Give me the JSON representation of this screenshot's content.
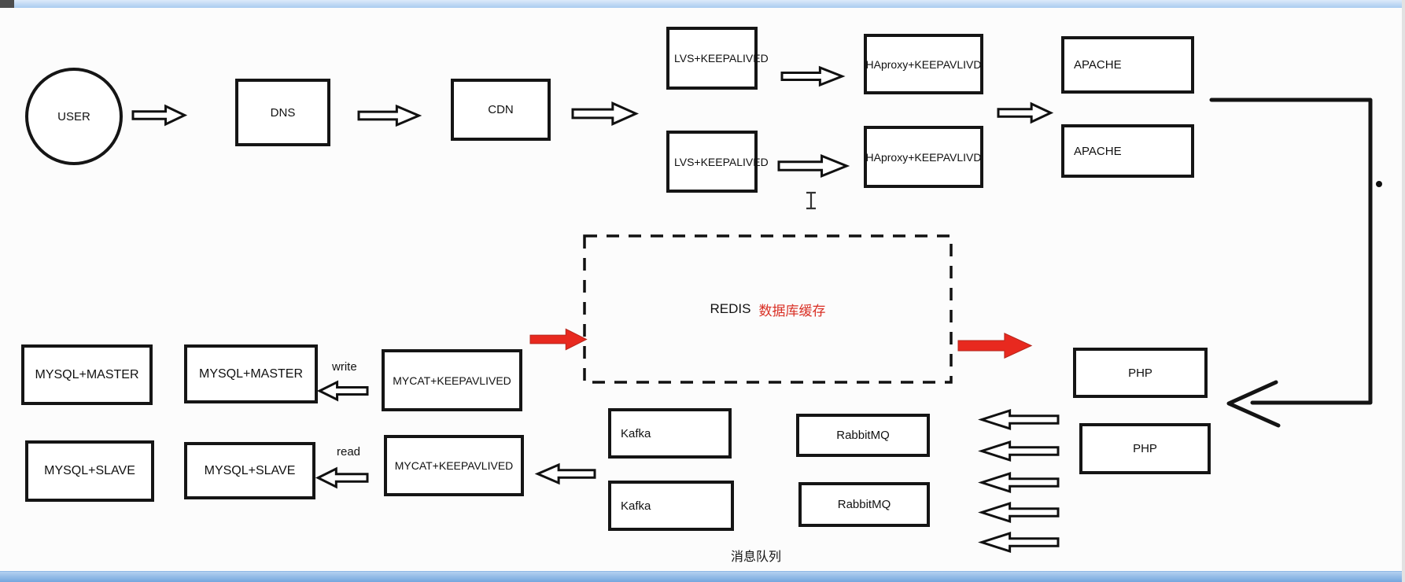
{
  "diagram": {
    "nodes": {
      "user": "USER",
      "dns": "DNS",
      "cdn": "CDN",
      "lvs_top": "LVS+KEEPALIVED",
      "lvs_bottom": "LVS+KEEPALIVED",
      "haproxy_top": "HAproxy+KEEPAVLIVD",
      "haproxy_bottom": "HAproxy+KEEPAVLIVD",
      "apache_top": "APACHE",
      "apache_bottom": "APACHE",
      "redis_title": "REDIS",
      "redis_subtitle": "数据库缓存",
      "php_top": "PHP",
      "php_bottom": "PHP",
      "mysql_master_left": "MYSQL+MASTER",
      "mysql_master_right": "MYSQL+MASTER",
      "mysql_slave_left": "MYSQL+SLAVE",
      "mysql_slave_right": "MYSQL+SLAVE",
      "mycat_top": "MYCAT+KEEPAVLIVED",
      "mycat_bottom": "MYCAT+KEEPAVLIVED",
      "kafka_top": "Kafka",
      "kafka_bottom": "Kafka",
      "rabbitmq_top": "RabbitMQ",
      "rabbitmq_bottom": "RabbitMQ"
    },
    "annotations": {
      "write": "write",
      "read": "read",
      "message_queue": "消息队列"
    },
    "colors": {
      "red_arrow": "#e8291f",
      "redis_subtitle": "#d93025",
      "box_border": "#151515",
      "top_bar": "#a9cbf0",
      "bottom_bar": "#6fa3dc"
    }
  }
}
